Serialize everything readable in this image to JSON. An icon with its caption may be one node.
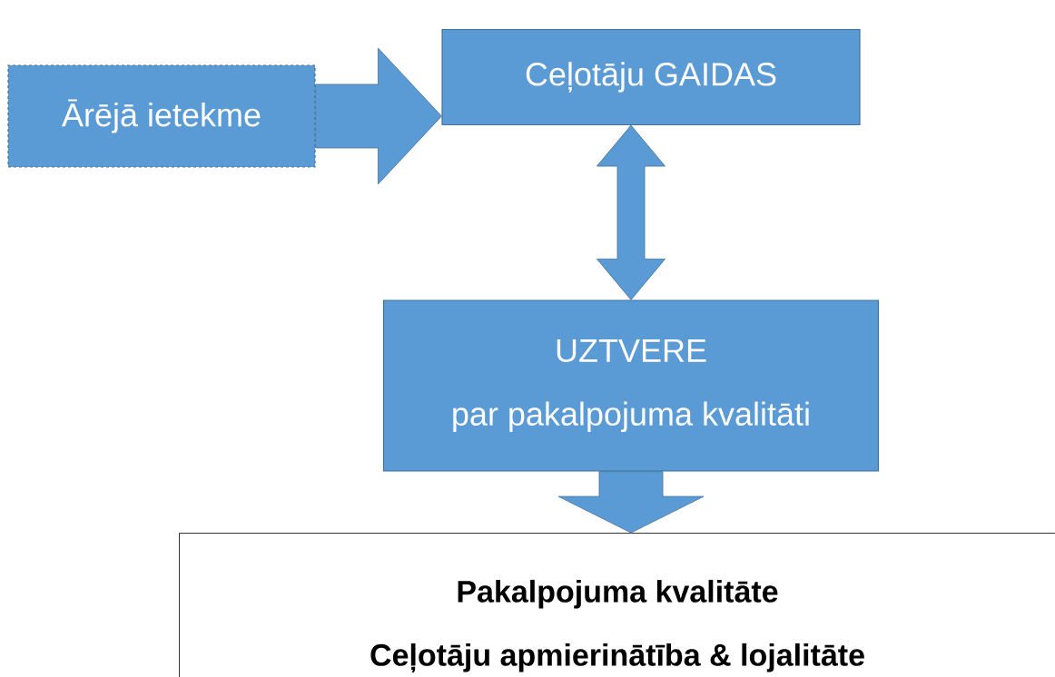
{
  "diagram": {
    "nodes": [
      {
        "text": [
          "Ārējā ietekme"
        ]
      },
      {
        "text": [
          "Ceļotāju GAIDAS"
        ]
      },
      {
        "text": [
          "UZTVERE",
          "par pakalpojuma kvalitāti"
        ]
      },
      {
        "text": [
          "Pakalpojuma kvalitāte",
          "Ceļotāju apmierinātība & lojalitāte"
        ]
      }
    ],
    "edges": [
      {
        "from": 0,
        "to": 1,
        "arrow": "to"
      },
      {
        "from": 1,
        "to": 2,
        "arrow": "both"
      },
      {
        "from": 2,
        "to": 3,
        "arrow": "to"
      }
    ]
  }
}
